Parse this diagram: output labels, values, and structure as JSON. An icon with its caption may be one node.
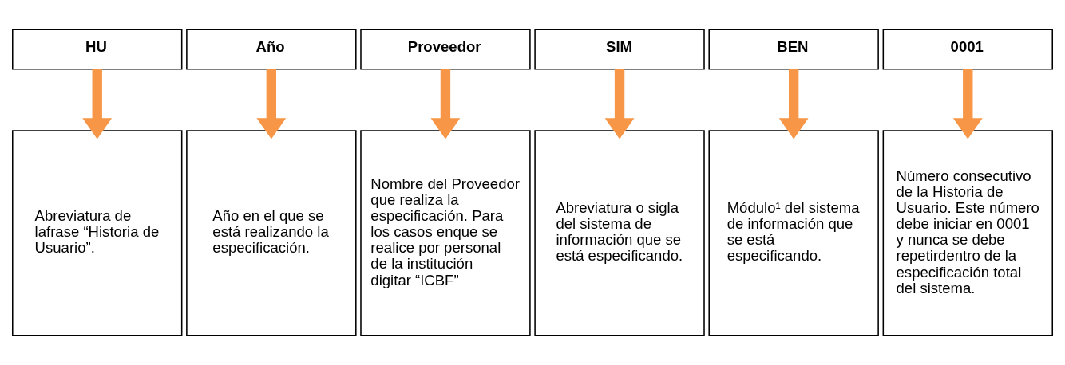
{
  "diagram": {
    "nodes": [
      {
        "text": [
          "HU"
        ]
      },
      {
        "text": [
          "Año"
        ]
      },
      {
        "text": [
          "Proveedor"
        ]
      },
      {
        "text": [
          "SIM"
        ]
      },
      {
        "text": [
          "BEN"
        ]
      },
      {
        "text": [
          "0001"
        ]
      },
      {
        "text": [
          "Abreviatura de lafrase “Historia de Usuario”."
        ]
      },
      {
        "text": [
          "Año en el que se está realizando la especificación."
        ]
      },
      {
        "text": [
          "Nombre del Proveedor que realiza la especificación. Para los casos enque se realice por personal de la institución digitar “ICBF”"
        ]
      },
      {
        "text": [
          "Abreviatura o sigla del sistema de información que se está especificando."
        ]
      },
      {
        "text": [
          "Módulo¹ del sistema de información que se está especificando."
        ]
      },
      {
        "text": [
          "Número consecutivo de la Historia de Usuario. Este número debe iniciar en 0001 y nunca se debe repetirdentro de la especificación total del sistema."
        ]
      }
    ],
    "edges": [
      {
        "from": 0,
        "to": 6,
        "arrow": "to"
      },
      {
        "from": 1,
        "to": 7,
        "arrow": "to"
      },
      {
        "from": 2,
        "to": 8,
        "arrow": "to"
      },
      {
        "from": 3,
        "to": 9,
        "arrow": "to"
      },
      {
        "from": 4,
        "to": 10,
        "arrow": "to"
      },
      {
        "from": 5,
        "to": 11,
        "arrow": "to"
      }
    ]
  }
}
